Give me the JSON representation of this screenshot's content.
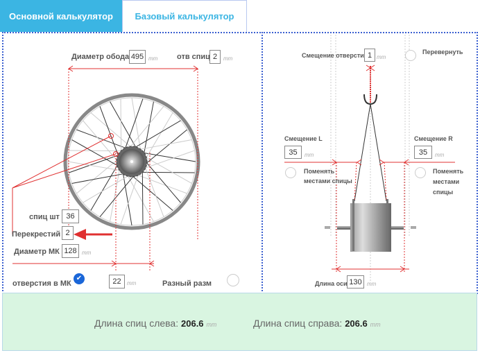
{
  "tabs": [
    {
      "label": "Основной калькулятор",
      "active": true
    },
    {
      "label": "Базовый калькулятор",
      "active": false
    }
  ],
  "unit": "mm",
  "left": {
    "rim_diameter": {
      "label": "Диаметр обода",
      "value": "495"
    },
    "spoke_hole": {
      "label": "отв спиц",
      "value": "2"
    },
    "spoke_count": {
      "label": "спиц шт",
      "value": "36"
    },
    "crossings": {
      "label": "Перекрестий",
      "value": "2"
    },
    "hub_diameter": {
      "label": "Диаметр МК",
      "value": "128"
    },
    "hub_holes": {
      "label": "отверстия в МК",
      "checked": true,
      "value": "22"
    },
    "different_size": {
      "label": "Разный разм",
      "checked": false
    }
  },
  "right": {
    "hole_offset": {
      "label": "Смещение отверстий",
      "value": "1"
    },
    "flip": {
      "label": "Перевернуть",
      "checked": false
    },
    "offset_l": {
      "label": "Смещение L",
      "value": "35"
    },
    "offset_r": {
      "label": "Смещение R",
      "value": "35"
    },
    "swap_l": {
      "label_1": "Поменять",
      "label_2": "местами спицы",
      "checked": false
    },
    "swap_r": {
      "label_1": "Поменять",
      "label_2": "местами",
      "label_3": "спицы",
      "checked": false
    },
    "axle_length": {
      "label": "Длина оси",
      "value": "130"
    }
  },
  "result": {
    "left_label": "Длина спиц слева:",
    "left_value": "206.6",
    "right_label": "Длина спиц справа:",
    "right_value": "206.6"
  },
  "colors": {
    "accent": "#3bb5e3",
    "dim": "#e03030",
    "result_bg": "#d9f5e1"
  }
}
